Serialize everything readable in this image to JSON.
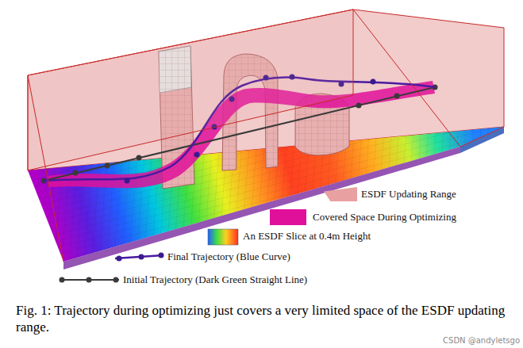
{
  "diagram": {
    "caption": "Fig. 1: Trajectory during optimizing just covers a very limited space of the ESDF updating range.",
    "labels": [
      "CSDN @andyletsgo"
    ],
    "legend": [
      {
        "text": "ESDF Updating Range",
        "color": "#e8a0a0"
      },
      {
        "text": "Covered Space During Optimizing",
        "color": "#e0109a"
      },
      {
        "text": "An ESDF Slice at 0.4m Height"
      },
      {
        "text": "Final Trajectory (Blue Curve)"
      },
      {
        "text": "Initial Trajectory (Dark Green Straight Line)"
      }
    ]
  }
}
